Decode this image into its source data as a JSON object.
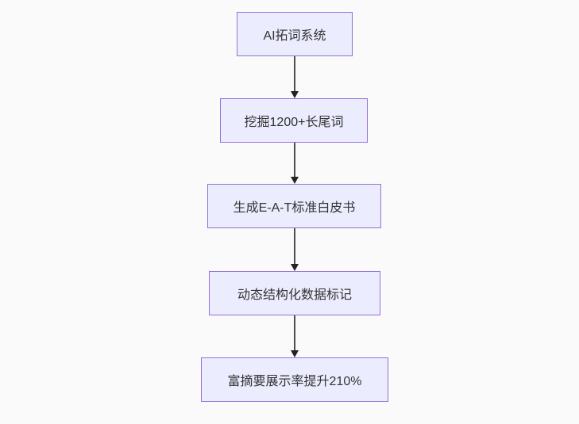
{
  "diagram": {
    "type": "flowchart",
    "direction": "top-down",
    "nodes": [
      {
        "id": "A",
        "label": "AI拓词系统"
      },
      {
        "id": "B",
        "label": "挖掘1200+长尾词"
      },
      {
        "id": "C",
        "label": "生成E-A-T标准白皮书"
      },
      {
        "id": "D",
        "label": "动态结构化数据标记"
      },
      {
        "id": "E",
        "label": "富摘要展示率提升210%"
      }
    ],
    "edges": [
      {
        "from": "AI拓词系统",
        "to": "挖掘1200+长尾词"
      },
      {
        "from": "挖掘1200+长尾词",
        "to": "生成E-A-T标准白皮书"
      },
      {
        "from": "生成E-A-T标准白皮书",
        "to": "动态结构化数据标记"
      },
      {
        "from": "动态结构化数据标记",
        "to": "富摘要展示率提升210%"
      }
    ],
    "colors": {
      "background": "#FAFAFA",
      "node_fill": "#ECECFF",
      "node_border": "#9370DB",
      "text": "#333333",
      "arrow_line": "#4D4D4D",
      "arrow_head": "#222222"
    }
  }
}
